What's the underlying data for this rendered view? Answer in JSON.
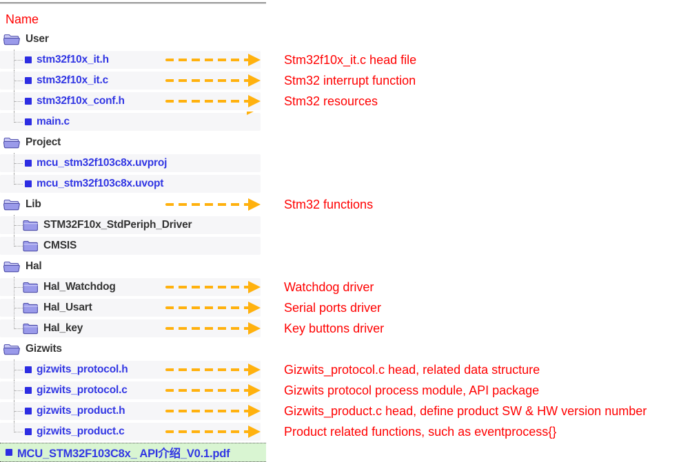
{
  "colors": {
    "annotation_red": "#ff0000",
    "file_text_blue": "#3136e3",
    "folder_text": "#333333",
    "arrow_orange": "#ffb10e",
    "row_stripe": "#f6f6f8",
    "highlight_green": "#d9f5d2",
    "folder_icon": "#9a9aea"
  },
  "header": {
    "label": "Name"
  },
  "rows": [
    {
      "kind": "folder-open",
      "label": "User",
      "level": 0
    },
    {
      "kind": "file",
      "label": "stm32f10x_it.h",
      "level": 1,
      "guide": "mid",
      "arrow": "full",
      "annotation": "Stm32f10x_it.c head file"
    },
    {
      "kind": "file",
      "label": "stm32f10x_it.c",
      "level": 1,
      "guide": "mid",
      "arrow": "full",
      "annotation": "Stm32 interrupt function"
    },
    {
      "kind": "file",
      "label": "stm32f10x_conf.h",
      "level": 1,
      "guide": "mid",
      "arrow": "full",
      "annotation": "Stm32 resources"
    },
    {
      "kind": "file",
      "label": "main.c",
      "level": 1,
      "guide": "end",
      "arrow": "partial"
    },
    {
      "kind": "folder-open",
      "label": "Project",
      "level": 0
    },
    {
      "kind": "file",
      "label": "mcu_stm32f103c8x.uvproj",
      "level": 1,
      "guide": "mid"
    },
    {
      "kind": "file",
      "label": "mcu_stm32f103c8x.uvopt",
      "level": 1,
      "guide": "end"
    },
    {
      "kind": "folder-open",
      "label": "Lib",
      "level": 0,
      "arrow": "full",
      "annotation": "Stm32 functions"
    },
    {
      "kind": "folder",
      "label": "STM32F10x_StdPeriph_Driver",
      "level": 1,
      "guide": "mid"
    },
    {
      "kind": "folder",
      "label": "CMSIS",
      "level": 1,
      "guide": "end"
    },
    {
      "kind": "folder-open",
      "label": "Hal",
      "level": 0
    },
    {
      "kind": "folder",
      "label": "Hal_Watchdog",
      "level": 1,
      "guide": "mid",
      "arrow": "full",
      "annotation": "Watchdog driver"
    },
    {
      "kind": "folder",
      "label": "Hal_Usart",
      "level": 1,
      "guide": "mid",
      "arrow": "full",
      "annotation": "Serial ports driver"
    },
    {
      "kind": "folder",
      "label": "Hal_key",
      "level": 1,
      "guide": "end",
      "arrow": "full",
      "annotation": "Key buttons driver"
    },
    {
      "kind": "folder-open",
      "label": "Gizwits",
      "level": 0
    },
    {
      "kind": "file",
      "label": "gizwits_protocol.h",
      "level": 1,
      "guide": "mid",
      "arrow": "full",
      "annotation": "Gizwits_protocol.c head, related data structure"
    },
    {
      "kind": "file",
      "label": "gizwits_protocol.c",
      "level": 1,
      "guide": "mid",
      "arrow": "full",
      "annotation": "Gizwits protocol process module, API package"
    },
    {
      "kind": "file",
      "label": "gizwits_product.h",
      "level": 1,
      "guide": "mid",
      "arrow": "full",
      "annotation": "Gizwits_product.c head, define product SW & HW version number"
    },
    {
      "kind": "file",
      "label": "gizwits_product.c",
      "level": 1,
      "guide": "end",
      "arrow": "full",
      "annotation": "Product related functions, such as eventprocess{}"
    },
    {
      "kind": "pdf",
      "label": "MCU_STM32F103C8x_ API介绍_V0.1.pdf",
      "level": 0,
      "highlighted": true
    }
  ]
}
